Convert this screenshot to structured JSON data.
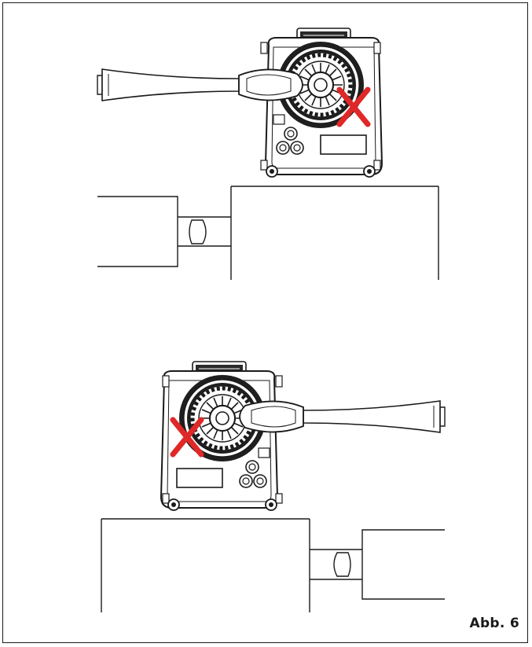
{
  "figure": {
    "caption": "Abb. 6",
    "colors": {
      "line": "#1a1a1a",
      "mark": "#e02828",
      "fill": "#ffffff",
      "gear": "#1f1f1f"
    },
    "panels": [
      {
        "name": "top-installation",
        "forbidden_side": "right",
        "mark": "red-x"
      },
      {
        "name": "bottom-installation",
        "forbidden_side": "left",
        "mark": "red-x"
      }
    ]
  }
}
